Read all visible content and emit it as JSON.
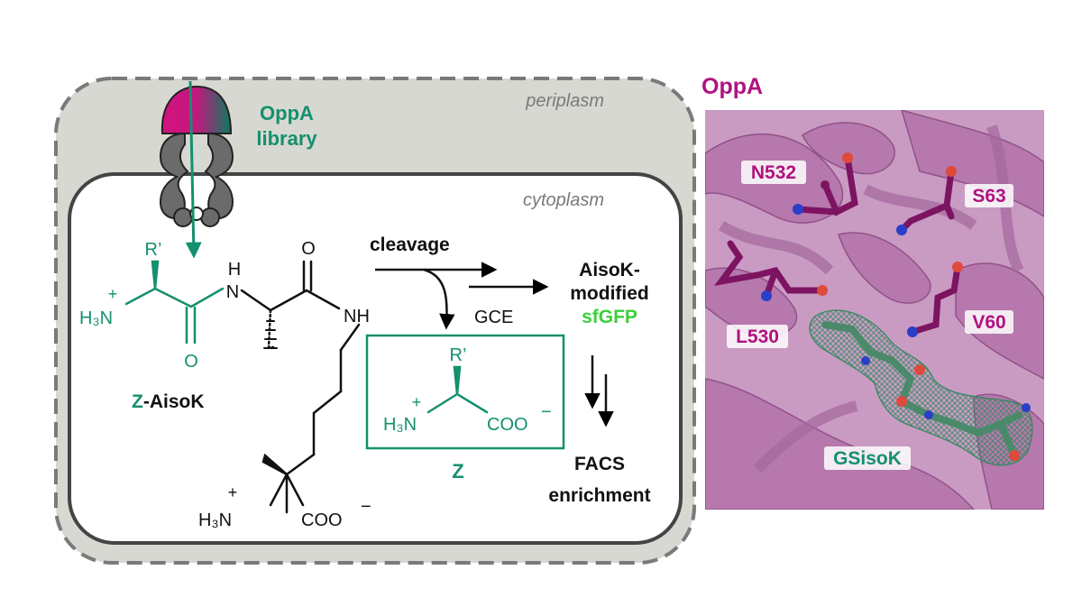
{
  "colors": {
    "teal": "#14906e",
    "magenta": "#b0127f",
    "green": "#3ccf3c",
    "gray_membrane": "#d8d8d2",
    "gray_protein": "#6b6b6b",
    "protein_bg": "#b77aae"
  },
  "compartments": {
    "periplasm": "periplasm",
    "cytoplasm": "cytoplasm"
  },
  "transporter": {
    "label_line1": "OppA",
    "label_line2": "library"
  },
  "molecule_z_aisok": {
    "r_prime": "R’",
    "h3n_plus": "+",
    "h3n": "H₃N",
    "carbonyl_o": "O",
    "nh_h": "H",
    "n": "N",
    "o_top": "O",
    "nh": "NH",
    "lys_plus": "+",
    "lys_h3n": "H₃N",
    "coo": "COO",
    "coo_minus": "−",
    "name_z": "Z",
    "name_rest": "-AisoK"
  },
  "reaction": {
    "cleavage": "cleavage",
    "gce": "GCE",
    "product_line1": "AisoK-",
    "product_line2": "modified",
    "product_line3": "sfGFP",
    "facs_line1": "FACS",
    "facs_line2": "enrichment"
  },
  "box_z": {
    "r_prime": "R’",
    "plus": "+",
    "h3n": "H₃N",
    "coo": "COO",
    "minus": "−",
    "label": "Z"
  },
  "structure": {
    "title": "OppA",
    "residues": [
      "N532",
      "S63",
      "L530",
      "V60"
    ],
    "ligand": "GSisoK"
  }
}
